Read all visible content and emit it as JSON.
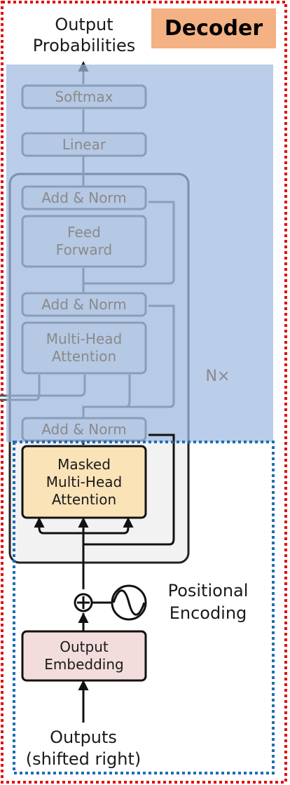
{
  "badge": {
    "label": "Decoder"
  },
  "labels": {
    "output_probabilities": "Output\nProbabilities",
    "positional_encoding": "Positional\nEncoding",
    "outputs": "Outputs\n(shifted right)",
    "nx": "N×"
  },
  "blocks": {
    "softmax": "Softmax",
    "linear": "Linear",
    "add_norm_top": "Add & Norm",
    "feed_forward": "Feed\nForward",
    "add_norm_mid": "Add & Norm",
    "multi_head_attention": "Multi-Head\nAttention",
    "add_norm_low": "Add & Norm",
    "masked_multi_head_attention": "Masked\nMulti-Head\nAttention",
    "output_embedding": "Output\nEmbedding"
  },
  "colors": {
    "badge_bg": "#f4b183",
    "attention_fill": "#fbe3b8",
    "embedding_fill": "#f3dcdc",
    "overlay": "#a0bae1",
    "outer_border": "#e01010",
    "inner_border": "#1f6db5"
  }
}
